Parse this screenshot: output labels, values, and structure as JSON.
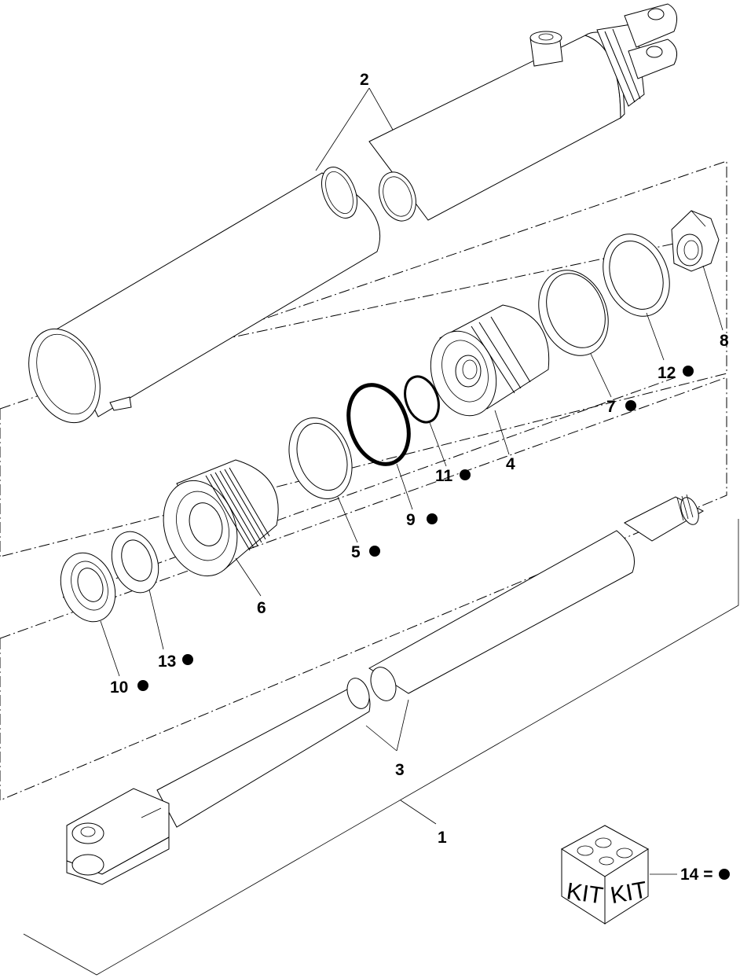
{
  "callouts": [
    {
      "id": "1",
      "text": "1",
      "kit": false
    },
    {
      "id": "2",
      "text": "2",
      "kit": false
    },
    {
      "id": "3",
      "text": "3",
      "kit": false
    },
    {
      "id": "4",
      "text": "4",
      "kit": false
    },
    {
      "id": "5",
      "text": "5",
      "kit": true
    },
    {
      "id": "6",
      "text": "6",
      "kit": false
    },
    {
      "id": "7",
      "text": "7",
      "kit": true
    },
    {
      "id": "8",
      "text": "8",
      "kit": false
    },
    {
      "id": "9",
      "text": "9",
      "kit": true
    },
    {
      "id": "10",
      "text": "10",
      "kit": true
    },
    {
      "id": "11",
      "text": "11",
      "kit": true
    },
    {
      "id": "12",
      "text": "12",
      "kit": true
    },
    {
      "id": "13",
      "text": "13",
      "kit": true
    }
  ],
  "kit": {
    "box_label_left": "KIT",
    "box_label_right": "KIT",
    "legend_text": "14 ="
  }
}
